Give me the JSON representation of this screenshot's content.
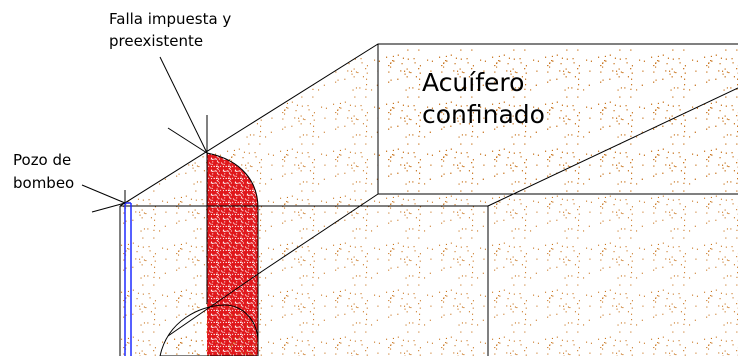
{
  "labels": {
    "aquifer_line1": "Acuífero",
    "aquifer_line2": "confinado",
    "fault_line1": "Falla impuesta y",
    "fault_line2": "preexistente",
    "well_line1": "Pozo de",
    "well_line2": "bombeo"
  },
  "colors": {
    "sand_dots": "#c8741e",
    "fault_fill": "#e0181c",
    "fault_speckle": "#ffffff",
    "well_line": "#1f2cff",
    "edges": "#000000"
  }
}
